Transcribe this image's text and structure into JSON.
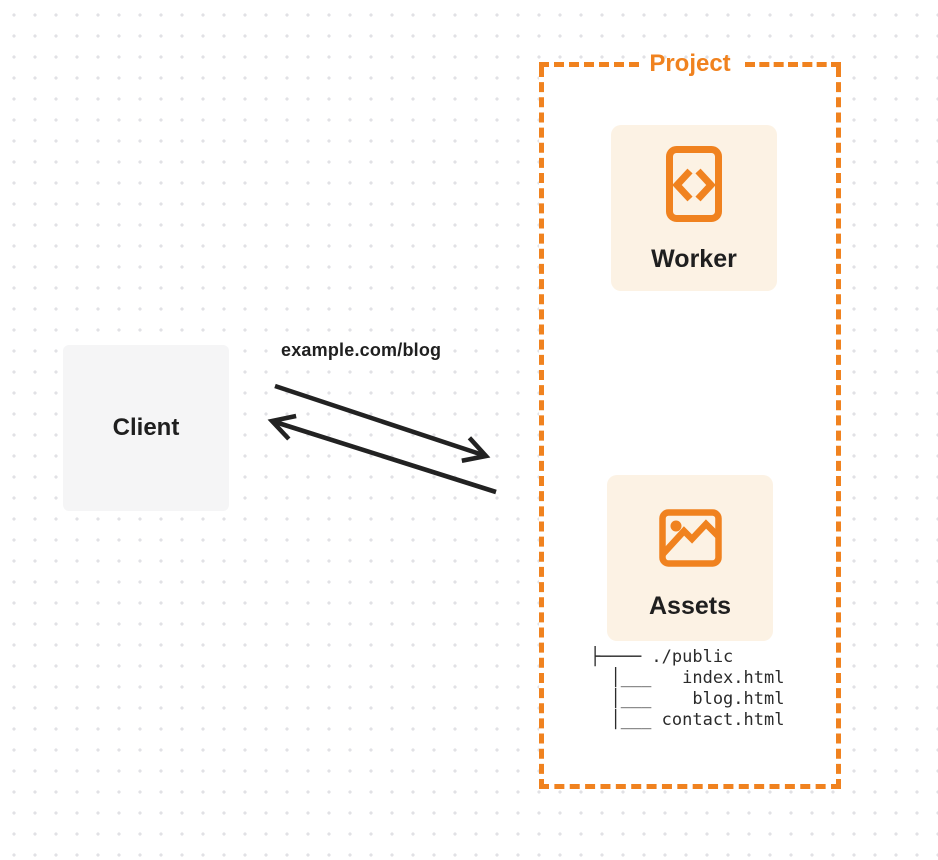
{
  "colors": {
    "accent_orange": "#F0821F",
    "card_background": "#FCF2E4",
    "client_background": "#F5F5F6",
    "text_dark": "#1F1F1F",
    "arrow_dark": "#222222",
    "grid_dot": "#E1E1E5"
  },
  "client": {
    "label": "Client"
  },
  "request": {
    "url_label": "example.com/blog"
  },
  "project": {
    "label": "Project",
    "worker": {
      "label": "Worker",
      "icon": "code-document-icon"
    },
    "assets": {
      "label": "Assets",
      "icon": "image-icon",
      "file_tree": {
        "root": "./public",
        "files": [
          "index.html",
          "blog.html",
          "contact.html"
        ],
        "lines": [
          "├──── ./public",
          "  │___   index.html",
          "  │___    blog.html",
          "  │___ contact.html"
        ]
      }
    }
  }
}
